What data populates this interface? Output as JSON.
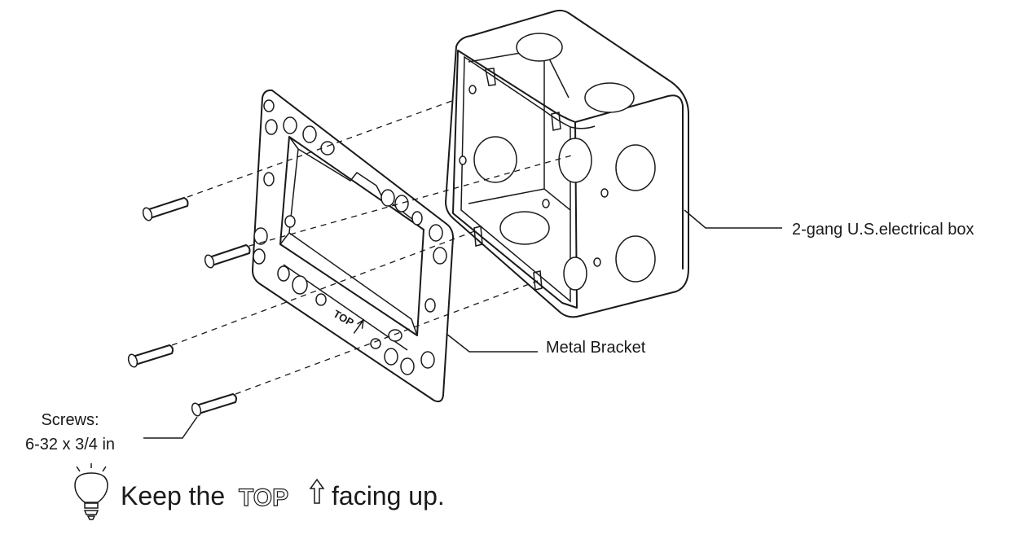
{
  "labels": {
    "box": "2-gang U.S.electrical box",
    "bracket": "Metal Bracket",
    "screws_line1": "Screws:",
    "screws_line2": "6-32 x 3/4 in",
    "bracket_stamp": "TOP",
    "tip_before": "Keep the",
    "tip_top": "TOP",
    "tip_after": "facing up."
  },
  "icons": {
    "tip": "lightbulb-icon",
    "arrow": "up-arrow-icon"
  }
}
